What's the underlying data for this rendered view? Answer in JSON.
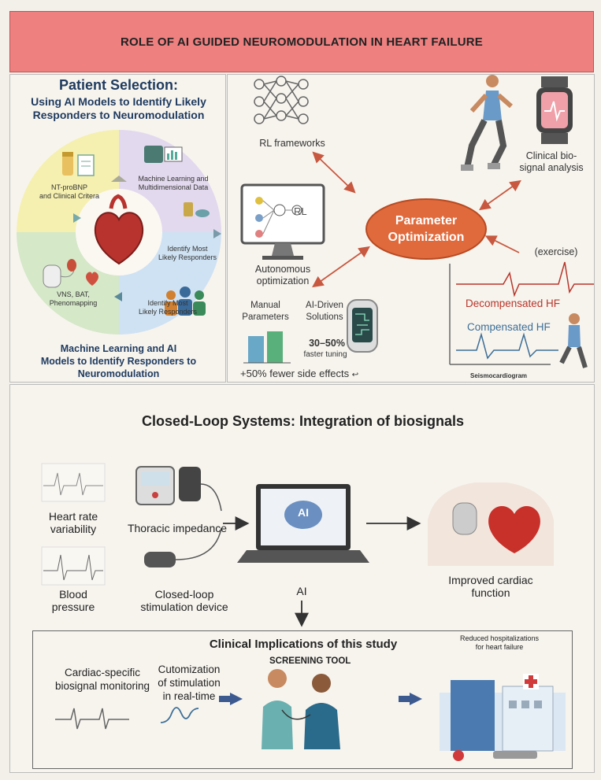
{
  "header": {
    "title": "ROLE OF AI GUIDED NEUROMODULATION IN HEART FAILURE"
  },
  "patient_selection": {
    "title": "Patient Selection:",
    "subtitle_line1": "Using AI Models to Identify Likely",
    "subtitle_line2": "Responders to Neuromodulation",
    "quadrant_1_line1": "NT-proBNP",
    "quadrant_1_line2": "and Clinical Critera",
    "quadrant_2_line1": "Machine Learning and",
    "quadrant_2_line2": "Multidimensional Data",
    "quadrant_3_line1": "Identify Most",
    "quadrant_3_line2": "Likely Responders",
    "quadrant_4_line1": "Identify Most",
    "quadrant_4_line2": "Likely Responders",
    "quadrant_5_line1": "VNS, BAT,",
    "quadrant_5_line2": "Phenomapping",
    "caption_line1": "Machine Learning and AI",
    "caption_line2": "Models to Identify Responders to",
    "caption_line3": "Neuromodulation"
  },
  "optimization": {
    "center_line1": "Parameter",
    "center_line2": "Optimization",
    "rl_frameworks": "RL frameworks",
    "clinical_line1": "Clinical bio-",
    "clinical_line2": "signal analysis",
    "autonomous_line1": "Autonomous",
    "autonomous_line2": "optimization",
    "manual_line1": "Manual",
    "manual_line2": "Parameters",
    "ai_driven_line1": "AI-Driven",
    "ai_driven_line2": "Solutions",
    "tuning_pct": "30–50%",
    "tuning_text": "faster tuning",
    "side_effects": "+50% fewer side effects",
    "exercise": "(exercise)",
    "decompensated": "Decompensated HF",
    "compensated": "Compensated HF",
    "seismo": "Seismocardiogram",
    "rl_icon_text": "RL"
  },
  "closed_loop": {
    "title": "Closed-Loop Systems: Integration of biosignals",
    "hrv_line1": "Heart rate",
    "hrv_line2": "variability",
    "thoracic": "Thoracic impedance",
    "bp_line1": "Blood",
    "bp_line2": "pressure",
    "device_line1": "Closed-loop",
    "device_line2": "stimulation device",
    "ai_label": "AI",
    "ai_screen": "AI",
    "improved_line1": "Improved cardiac",
    "improved_line2": "function"
  },
  "clinical": {
    "title": "Clinical Implications of this study",
    "monitoring_line1": "Cardiac-specific",
    "monitoring_line2": "biosignal monitoring",
    "custom_line1": "Cutomization",
    "custom_line2": "of stimulation",
    "custom_line3": "in real-time",
    "screening": "SCREENING TOOL",
    "reduced_line1": "Reduced hospitalizations",
    "reduced_line2": "for heart failure"
  },
  "colors": {
    "banner": "#ee8080",
    "navy": "#1e3a5f",
    "orange": "#e06a3c",
    "arrow": "#c8583f"
  }
}
